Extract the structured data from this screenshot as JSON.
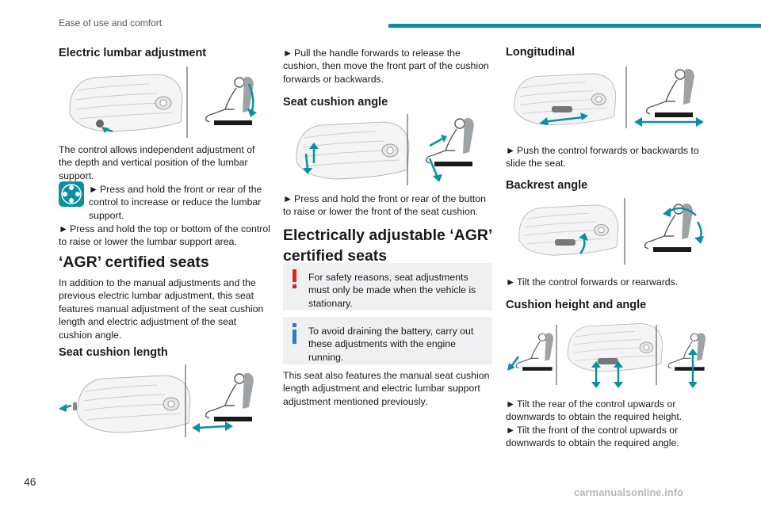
{
  "header": {
    "section": "Ease of use and comfort",
    "accent": "#0a8fa0"
  },
  "page_number": "46",
  "watermark": "carmanualsonline.info",
  "col1": {
    "lumbar_title": "Electric lumbar adjustment",
    "lumbar_p1": "The control allows independent adjustment of the depth and vertical position of the lumbar support.",
    "lumbar_b1": "Press and hold the front or rear of the control to increase or reduce the lumbar support.",
    "lumbar_b2": "Press and hold the top or bottom of the control to raise or lower the lumbar support area.",
    "agr_title": "‘AGR’ certified seats",
    "agr_p": "In addition to the manual adjustments and the previous electric lumbar adjustment, this seat features manual adjustment of the seat cushion length and electric adjustment of the seat cushion angle.",
    "length_title": "Seat cushion length"
  },
  "col2": {
    "length_b": "Pull the handle forwards to release the cushion, then move the front part of the cushion forwards or backwards.",
    "angle_title": "Seat cushion angle",
    "angle_b": "Press and hold the front or rear of the button to raise or lower the front of the seat cushion.",
    "electric_title_1": "Electrically adjustable ‘AGR’",
    "electric_title_2": "certified seats",
    "warning_text": "For safety reasons, seat adjustments must only be made when the vehicle is stationary.",
    "info_text": "To avoid draining the battery, carry out these adjustments with the engine running.",
    "also_p": "This seat also features the manual seat cushion length adjustment and electric lumbar support adjustment mentioned previously."
  },
  "col3": {
    "long_title": "Longitudinal",
    "long_b": "Push the control forwards or backwards to slide the seat.",
    "back_title": "Backrest angle",
    "back_b": "Tilt the control forwards or rearwards.",
    "cushion_title": "Cushion height and angle",
    "cushion_b1": "Tilt the rear of the control upwards or downwards to obtain the required height.",
    "cushion_b2": "Tilt the front of the control upwards or downwards to obtain the required angle."
  },
  "bullet": "►",
  "icons": {
    "warning": "exclamation-icon",
    "info": "info-icon",
    "control": "four-way-control-icon"
  }
}
